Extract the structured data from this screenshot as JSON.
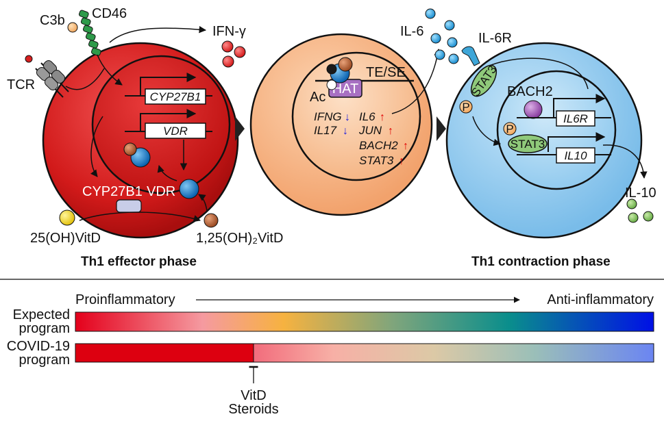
{
  "cell1": {
    "c3b": "C3b",
    "cd46": "CD46",
    "tcr": "TCR",
    "ifn": "IFN-γ",
    "gene1": "CYP27B1",
    "gene2": "VDR",
    "enzyme": "CYP27B1",
    "receptor": "VDR",
    "substrate": "25(OH)VitD",
    "product": "1,25(OH)₂VitD",
    "phase": "Th1 effector phase"
  },
  "cell2": {
    "te_se": "TE/SE",
    "ac": "Ac",
    "hat": "HAT",
    "down_genes": [
      "IFNG",
      "IL17"
    ],
    "up_genes": [
      "IL6",
      "JUN",
      "BACH2",
      "STAT3"
    ],
    "down_arrow": "↓",
    "up_arrow": "↑"
  },
  "cell3": {
    "il6": "IL-6",
    "il6r": "IL-6R",
    "stat3_membrane": "STAT3",
    "p": "P",
    "bach2": "BACH2",
    "gene1": "IL6R",
    "stat3": "STAT3",
    "gene2": "IL10",
    "il10": "IL-10",
    "phase": "Th1 contraction phase"
  },
  "bars": {
    "left_label": "Proinflammatory",
    "right_label": "Anti-inflammatory",
    "row1_line1": "Expected",
    "row1_line2": "program",
    "row2_line1": "COVID-19",
    "row2_line2": "program",
    "marker_line1": "VitD",
    "marker_line2": "Steroids"
  },
  "colors": {
    "cell1": "#d81e1e",
    "cell2": "#f7b98a",
    "cell3": "#8cc8ee",
    "hat": "#9b59b6",
    "stat3": "#8fc97a"
  }
}
